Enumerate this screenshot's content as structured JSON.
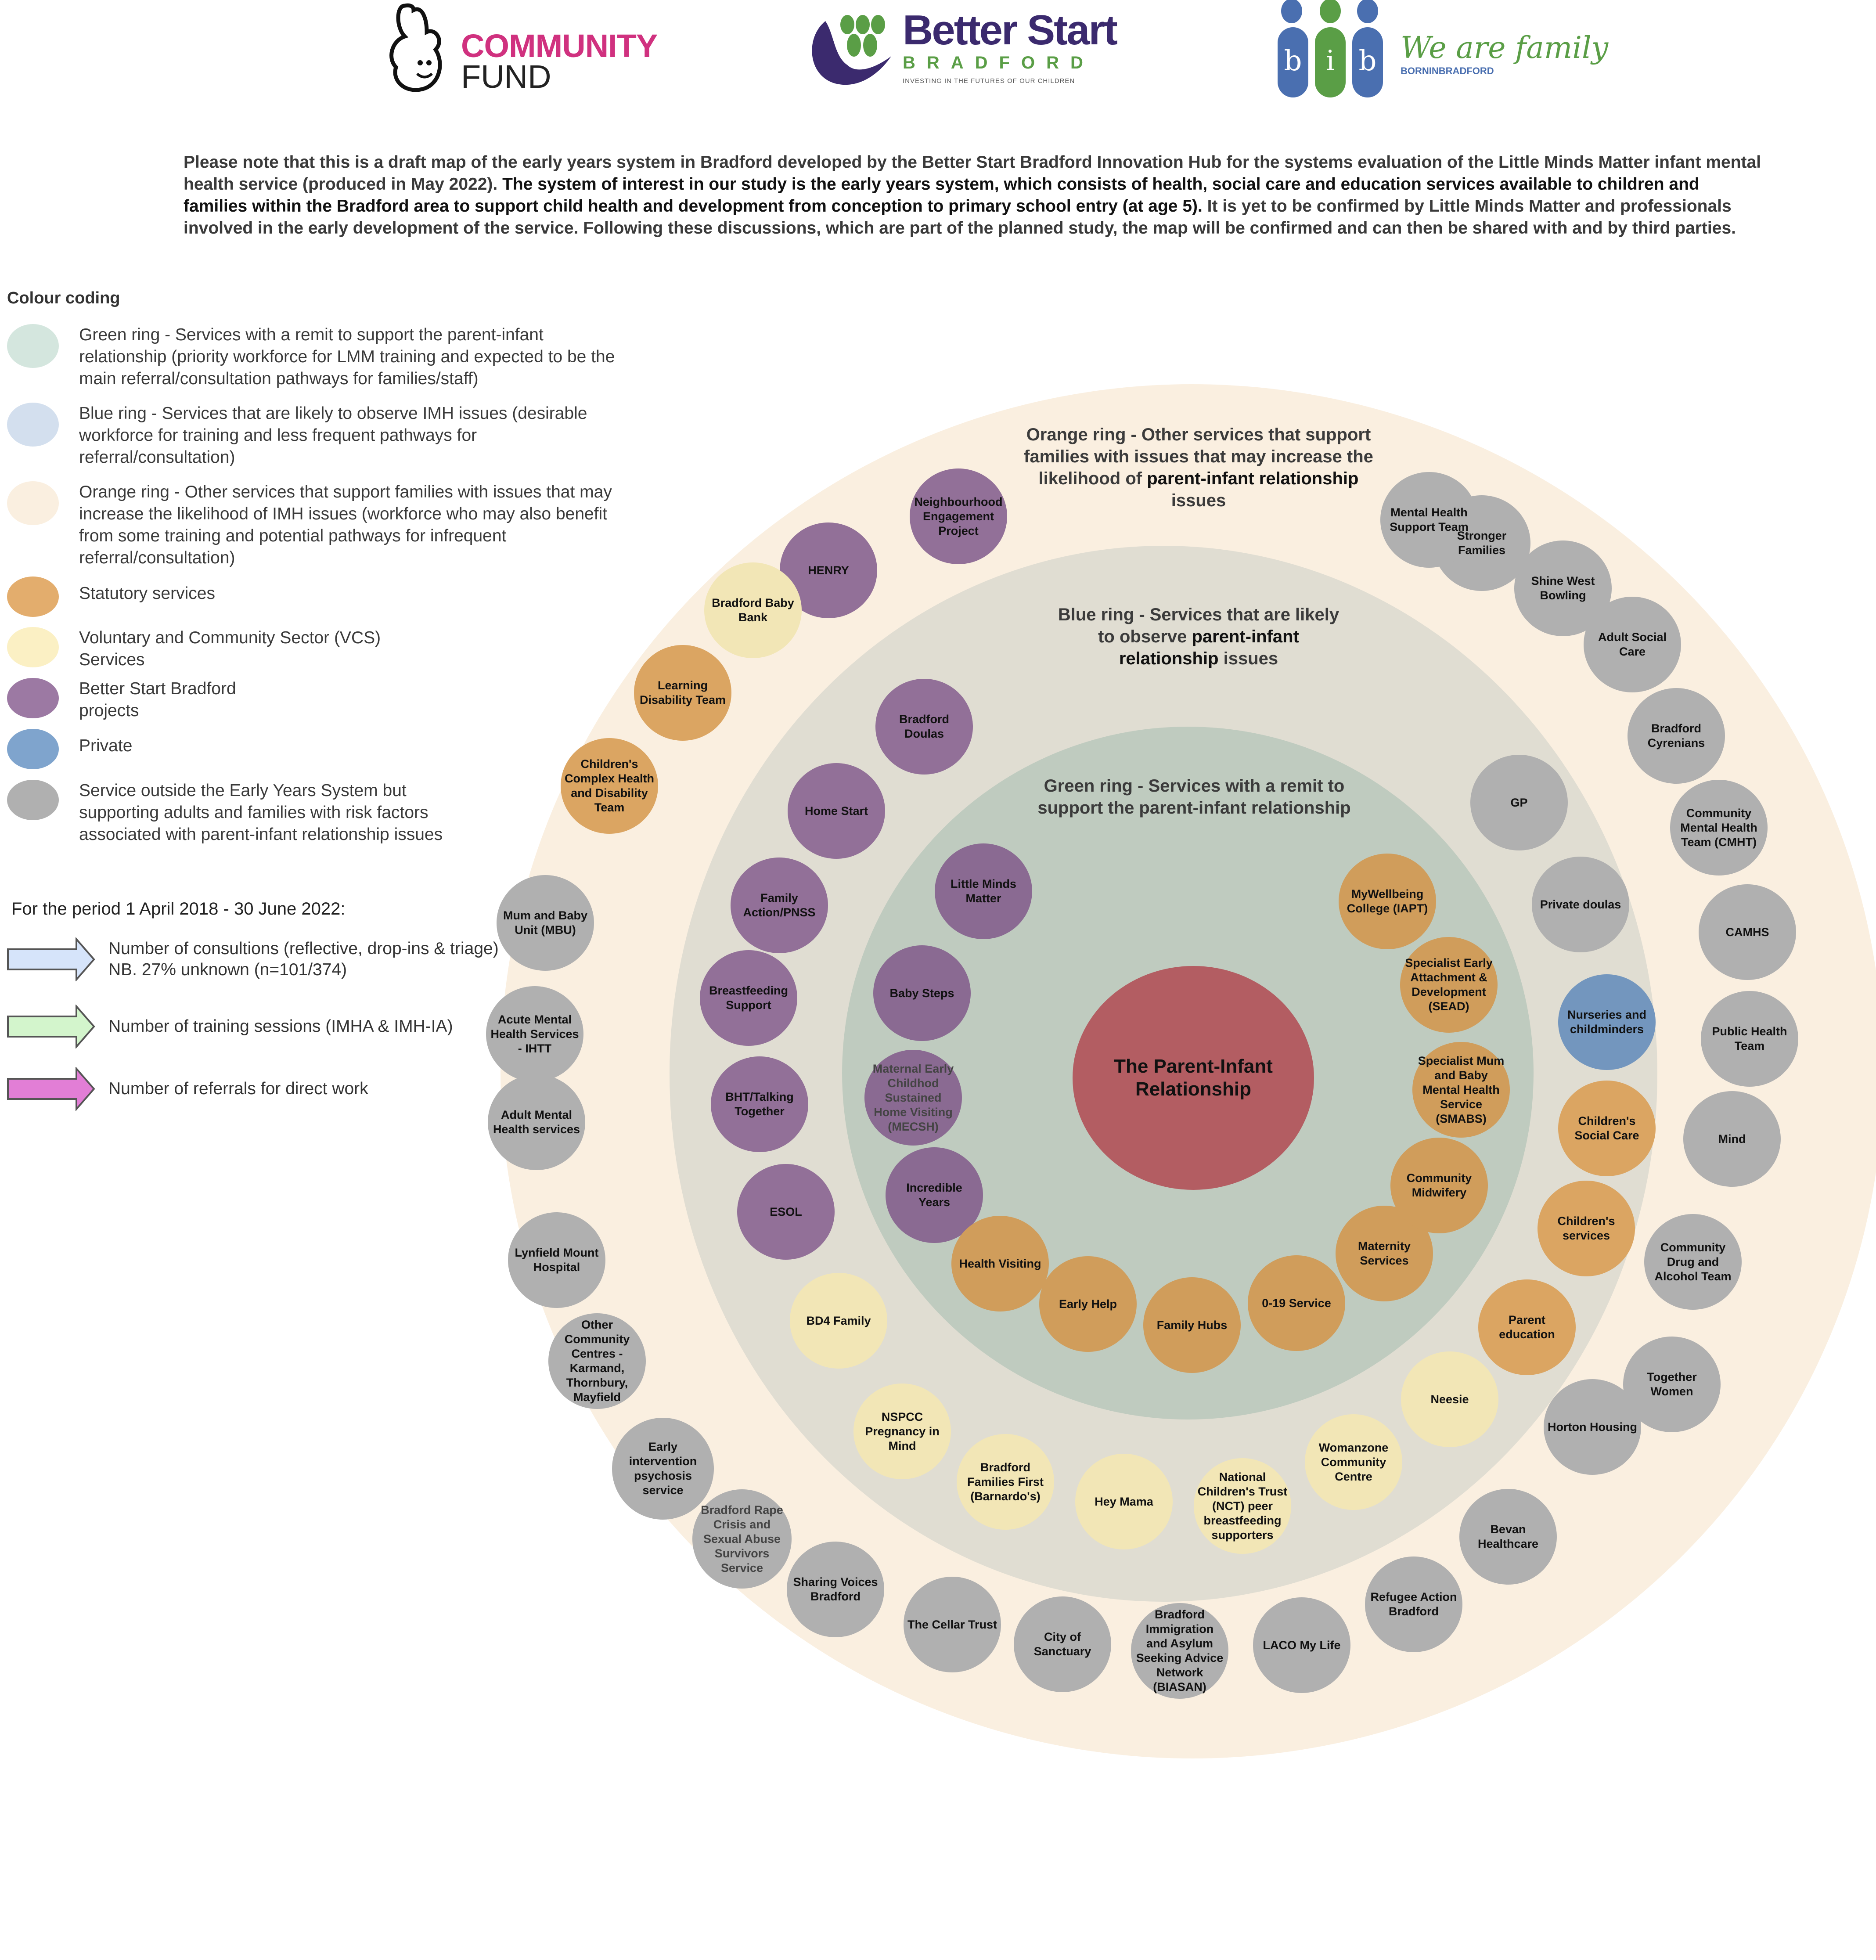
{
  "logos": {
    "community_fund": {
      "line1": "COMMUNITY",
      "line2": "FUND"
    },
    "better_start": {
      "title": "Better Start",
      "subtitle": "BRADFORD",
      "tagline": "INVESTING IN THE FUTURES OF OUR CHILDREN"
    },
    "bib": {
      "letters": "b i b",
      "slogan": "We are family",
      "sub": "BORNINBRADFORD"
    }
  },
  "intro": {
    "part1": "Please note that this is a draft map of the early years system in Bradford developed by the Better Start Bradford Innovation Hub for the systems evaluation of the Little Minds Matter infant mental health service (produced in May 2022). ",
    "part2": "The system of interest in our study is the early years system, which consists of health, social care and education services available to children and families within the Bradford area to support child health and development from conception to primary school entry (at age 5).",
    "part3": " It is yet to be confirmed by Little Minds Matter and professionals involved in the early development of the service. Following these discussions, which are part of the planned study, the map will be confirmed and can then be shared with and by third parties."
  },
  "legend": {
    "title": "Colour coding",
    "items": [
      {
        "label": "Green ring - Services with a remit to support the parent-infant relationship (priority workforce for LMM training and expected to be the main referral/consultation pathways for families/staff)",
        "color": "#d4e6de"
      },
      {
        "label": "Blue ring - Services that are likely to observe IMH issues (desirable workforce for training and less frequent pathways for referral/consultation)",
        "color": "#d3dfee"
      },
      {
        "label": "Orange ring - Other services that support families with issues that may increase the likelihood of IMH issues (workforce who may also benefit from some training and potential pathways for infrequent referral/consultation)",
        "color": "#faefe0"
      },
      {
        "label": "Statutory services",
        "color": "#e3ad6d"
      },
      {
        "label": "Voluntary and Community Sector (VCS) Services",
        "color": "#fbf0c4"
      },
      {
        "label": "Better Start Bradford projects",
        "color": "#9c79a3"
      },
      {
        "label": "Private",
        "color": "#7fa4cd"
      },
      {
        "label": "Service outside the Early Years System but supporting adults and families with risk factors associated with parent-infant relationship issues",
        "color": "#b0b0b0"
      }
    ],
    "period": "For the period  1 April 2018 - 30 June 2022:",
    "arrows": [
      {
        "label": "Number of consultions (reflective, drop-ins & triage) NB. 27% unknown (n=101/374)",
        "color": "#d6e4fa"
      },
      {
        "label": "Number of training sessions (IMHA & IMH-IA)",
        "color": "#d3f5cc"
      },
      {
        "label": "Number of referrals for direct work",
        "color": "#e27ed6"
      }
    ]
  },
  "colors": {
    "orange_ring": "#faefe0",
    "blue_ring": "#e0ddd2",
    "green_ring": "#bfcbbf",
    "center": "#b35d62",
    "statutory": "#d09d5b",
    "statutory_light": "#dba562",
    "vcs": "#f2e6b6",
    "bsb": "#927098",
    "bsb_dark": "#8a6a92",
    "private": "#7396be",
    "outside": "#b0b0b0"
  },
  "rings": {
    "orange": {
      "pre": "Orange ring - Other services that support families with issues that may increase the likelihood of ",
      "em": "parent-infant relationship",
      "post": " issues"
    },
    "blue": {
      "pre": "Blue ring - Services that are likely to observe ",
      "em": "parent-infant relationship",
      "post": " issues"
    },
    "green": {
      "label": "Green ring - Services with a remit to support the parent-infant relationship"
    }
  },
  "center": {
    "label": "The Parent-Infant Relationship"
  },
  "green_services": [
    {
      "name": "Little Minds Matter",
      "type": "bsb_dark"
    },
    {
      "name": "Baby Steps",
      "type": "bsb_dark"
    },
    {
      "name": "Maternal Early Childhod Sustained Home Visiting (MECSH)",
      "type": "bsb_dark"
    },
    {
      "name": "Incredible Years",
      "type": "bsb_dark"
    },
    {
      "name": "Health Visiting",
      "type": "statutory"
    },
    {
      "name": "Early Help",
      "type": "statutory"
    },
    {
      "name": "Family Hubs",
      "type": "statutory"
    },
    {
      "name": "0-19 Service",
      "type": "statutory"
    },
    {
      "name": "Maternity Services",
      "type": "statutory"
    },
    {
      "name": "Community Midwifery",
      "type": "statutory"
    },
    {
      "name": "Specialist Mum and Baby Mental Health Service (SMABS)",
      "type": "statutory"
    },
    {
      "name": "Specialist Early Attachment & Development (SEAD)",
      "type": "statutory"
    },
    {
      "name": "MyWellbeing College (IAPT)",
      "type": "statutory"
    }
  ],
  "blue_services": [
    {
      "name": "Bradford Doulas",
      "type": "bsb"
    },
    {
      "name": "Home Start",
      "type": "bsb"
    },
    {
      "name": "Family Action/PNSS",
      "type": "bsb"
    },
    {
      "name": "Breastfeeding Support",
      "type": "bsb"
    },
    {
      "name": "BHT/Talking Together",
      "type": "bsb"
    },
    {
      "name": "ESOL",
      "type": "bsb"
    },
    {
      "name": "BD4 Family",
      "type": "vcs"
    },
    {
      "name": "NSPCC Pregnancy in Mind",
      "type": "vcs"
    },
    {
      "name": "Bradford Families First (Barnardo's)",
      "type": "vcs"
    },
    {
      "name": "Hey Mama",
      "type": "vcs"
    },
    {
      "name": "National Children's Trust (NCT) peer breastfeeding supporters",
      "type": "vcs"
    },
    {
      "name": "Womanzone Community Centre",
      "type": "vcs"
    },
    {
      "name": "Neesie",
      "type": "vcs"
    },
    {
      "name": "Parent education",
      "type": "statutory_light"
    },
    {
      "name": "Children's services",
      "type": "statutory_light"
    },
    {
      "name": "Children's Social Care",
      "type": "statutory_light"
    },
    {
      "name": "Nurseries and childminders",
      "type": "private"
    },
    {
      "name": "Private doulas",
      "type": "outside"
    },
    {
      "name": "GP",
      "type": "outside"
    }
  ],
  "orange_services": [
    {
      "name": "Neighbourhood Engagement Project",
      "type": "bsb"
    },
    {
      "name": "HENRY",
      "type": "bsb"
    },
    {
      "name": "Bradford Baby Bank",
      "type": "vcs"
    },
    {
      "name": "Learning Disability Team",
      "type": "statutory_light"
    },
    {
      "name": "Children's Complex Health and Disability Team",
      "type": "statutory_light"
    },
    {
      "name": "Mum and Baby Unit (MBU)",
      "type": "outside"
    },
    {
      "name": "Acute Mental Health Services - IHTT",
      "type": "outside"
    },
    {
      "name": "Adult Mental Health services",
      "type": "outside"
    },
    {
      "name": "Lynfield Mount Hospital",
      "type": "outside"
    },
    {
      "name": "Other Community Centres - Karmand, Thornbury, Mayfield",
      "type": "outside"
    },
    {
      "name": "Early intervention psychosis service",
      "type": "outside"
    },
    {
      "name": "Bradford Rape Crisis and Sexual Abuse Survivors Service",
      "type": "outside"
    },
    {
      "name": "Sharing Voices Bradford",
      "type": "outside"
    },
    {
      "name": "The Cellar Trust",
      "type": "outside"
    },
    {
      "name": "City of Sanctuary",
      "type": "outside"
    },
    {
      "name": "Bradford Immigration and Asylum Seeking Advice Network (BIASAN)",
      "type": "outside"
    },
    {
      "name": "LACO My Life",
      "type": "outside"
    },
    {
      "name": "Refugee Action Bradford",
      "type": "outside"
    },
    {
      "name": "Bevan Healthcare",
      "type": "outside"
    },
    {
      "name": "Horton Housing",
      "type": "outside"
    },
    {
      "name": "Together Women",
      "type": "outside"
    },
    {
      "name": "Community Drug and Alcohol Team",
      "type": "outside"
    },
    {
      "name": "Mind",
      "type": "outside"
    },
    {
      "name": "Public Health Team",
      "type": "outside"
    },
    {
      "name": "CAMHS",
      "type": "outside"
    },
    {
      "name": "Community Mental Health Team (CMHT)",
      "type": "outside"
    },
    {
      "name": "Bradford Cyrenians",
      "type": "outside"
    },
    {
      "name": "Adult Social Care",
      "type": "outside"
    },
    {
      "name": "Shine West Bowling",
      "type": "outside"
    },
    {
      "name": "Stronger Families",
      "type": "outside"
    },
    {
      "name": "Mental Health Support Team",
      "type": "outside"
    }
  ]
}
